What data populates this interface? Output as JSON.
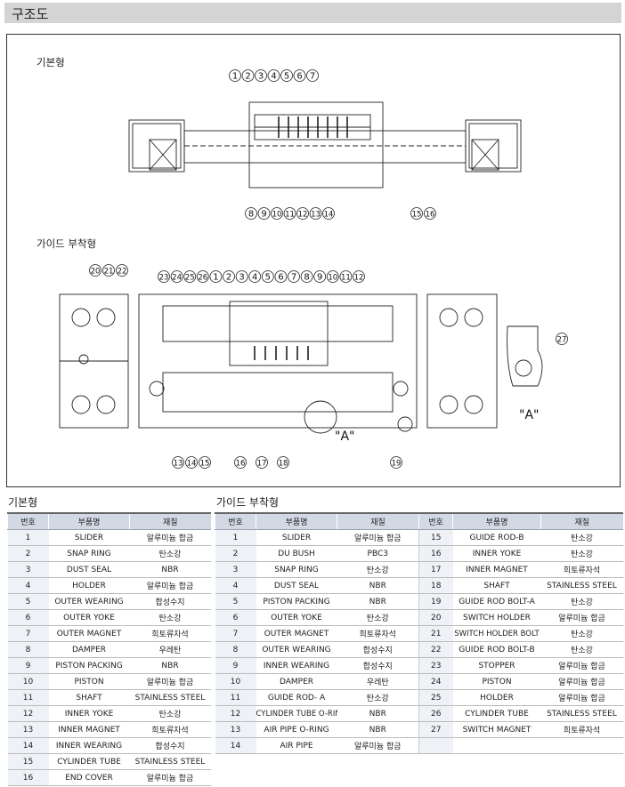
{
  "header": {
    "title": "구조도"
  },
  "drawing": {
    "basic_label": "기본형",
    "guide_label": "가이드 부착형",
    "basic_callouts_top": [
      "1",
      "2",
      "3",
      "4",
      "5",
      "6",
      "7"
    ],
    "basic_callouts_bottom": [
      "8",
      "9",
      "10",
      "11",
      "12",
      "13",
      "14"
    ],
    "basic_callouts_right": [
      "15",
      "16"
    ],
    "guide_callouts_left": [
      "20",
      "21",
      "22"
    ],
    "guide_callouts_top": [
      "23",
      "24",
      "25",
      "26",
      "1",
      "2",
      "3",
      "4",
      "5",
      "6",
      "7",
      "8",
      "9",
      "10",
      "11",
      "12"
    ],
    "guide_callouts_bottom": [
      "13",
      "14",
      "15",
      "16",
      "17",
      "18",
      "19"
    ],
    "guide_callout_a": "27",
    "view_label": "\"A\"",
    "view_label2": "\"A\""
  },
  "basic_table": {
    "title": "기본형",
    "headers": [
      "번호",
      "부품명",
      "재질"
    ],
    "rows": [
      [
        "1",
        "SLIDER",
        "알루미늄 합금"
      ],
      [
        "2",
        "SNAP RING",
        "탄소강"
      ],
      [
        "3",
        "DUST SEAL",
        "NBR"
      ],
      [
        "4",
        "HOLDER",
        "알루미늄 합금"
      ],
      [
        "5",
        "OUTER WEARING",
        "합성수지"
      ],
      [
        "6",
        "OUTER YOKE",
        "탄소강"
      ],
      [
        "7",
        "OUTER MAGNET",
        "희토류자석"
      ],
      [
        "8",
        "DAMPER",
        "우레탄"
      ],
      [
        "9",
        "PISTON PACKING",
        "NBR"
      ],
      [
        "10",
        "PISTON",
        "알루미늄 합금"
      ],
      [
        "11",
        "SHAFT",
        "STAINLESS STEEL"
      ],
      [
        "12",
        "INNER YOKE",
        "탄소강"
      ],
      [
        "13",
        "INNER MAGNET",
        "희토류자석"
      ],
      [
        "14",
        "INNER WEARING",
        "합성수지"
      ],
      [
        "15",
        "CYLINDER TUBE",
        "STAINLESS STEEL"
      ],
      [
        "16",
        "END COVER",
        "알루미늄 합금"
      ]
    ]
  },
  "guide_table": {
    "title": "가이드 부착형",
    "headers": [
      "번호",
      "부품명",
      "재질",
      "번호",
      "부품명",
      "재질"
    ],
    "rows": [
      [
        "1",
        "SLIDER",
        "알루미늄 합금",
        "15",
        "GUIDE ROD-B",
        "탄소강"
      ],
      [
        "2",
        "DU BUSH",
        "PBC3",
        "16",
        "INNER YOKE",
        "탄소강"
      ],
      [
        "3",
        "SNAP RING",
        "탄소강",
        "17",
        "INNER MAGNET",
        "희토류자석"
      ],
      [
        "4",
        "DUST SEAL",
        "NBR",
        "18",
        "SHAFT",
        "STAINLESS STEEL"
      ],
      [
        "5",
        "PISTON PACKING",
        "NBR",
        "19",
        "GUIDE ROD BOLT-A",
        "탄소강"
      ],
      [
        "6",
        "OUTER YOKE",
        "탄소강",
        "20",
        "SWITCH HOLDER",
        "알루미늄 합금"
      ],
      [
        "7",
        "OUTER MAGNET",
        "희토류자석",
        "21",
        "SWITCH HOLDER BOLT",
        "탄소강"
      ],
      [
        "8",
        "OUTER WEARING",
        "합성수지",
        "22",
        "GUIDE ROD BOLT-B",
        "탄소강"
      ],
      [
        "9",
        "INNER WEARING",
        "합성수지",
        "23",
        "STOPPER",
        "알루미늄 합금"
      ],
      [
        "10",
        "DAMPER",
        "우레탄",
        "24",
        "PISTON",
        "알루미늄 합금"
      ],
      [
        "11",
        "GUIDE ROD- A",
        "탄소강",
        "25",
        "HOLDER",
        "알루미늄 합금"
      ],
      [
        "12",
        "CYLINDER TUBE O-RING",
        "NBR",
        "26",
        "CYLINDER TUBE",
        "STAINLESS STEEL"
      ],
      [
        "13",
        "AIR PIPE O-RING",
        "NBR",
        "27",
        "SWITCH MAGNET",
        "희토류자석"
      ],
      [
        "14",
        "AIR PIPE",
        "알루미늄 합금",
        "",
        "",
        ""
      ]
    ]
  }
}
